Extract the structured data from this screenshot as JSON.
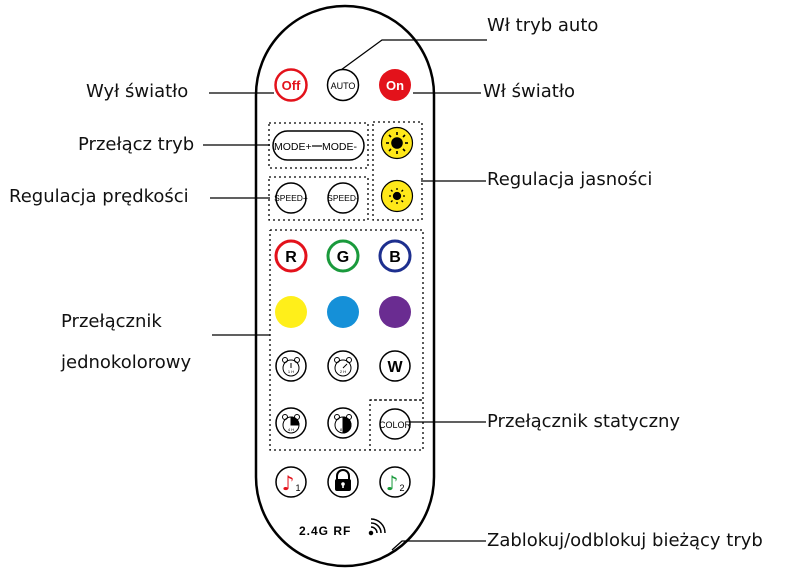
{
  "labels": {
    "wyl_swiatlo": "Wył światło",
    "wl_tryb_auto": "Wł tryb auto",
    "wl_swiatlo": "Wł światło",
    "przelacz_tryb": "Przełącz tryb",
    "regulacja_predkosci": "Regulacja prędkości",
    "regulacja_jasnosci": "Regulacja jasności",
    "przelacznik_jednokolorowy_1": "Przełącznik",
    "przelacznik_jednokolorowy_2": "jednokolorowy",
    "przelacznik_statyczny": "Przełącznik statyczny",
    "zablokuj": "Zablokuj/odblokuj bieżący tryb"
  },
  "buttons": {
    "off": "Off",
    "auto": "AUTO",
    "on": "On",
    "mode_plus": "MODE+",
    "mode_minus": "MODE-",
    "speed_plus": "SPEED+",
    "speed_minus": "SPEED-",
    "r": "R",
    "g": "G",
    "b": "B",
    "w": "W",
    "color": "COLOR",
    "timer_1h": "1 H",
    "timer_2h": "2 H",
    "timer_4h": "4 H",
    "timer_8h": "8 H",
    "music1_sub": "1",
    "music2_sub": "2"
  },
  "footer": {
    "rf": "2.4G RF"
  },
  "colors": {
    "red": "#e3121b",
    "green": "#1a9a3c",
    "blue": "#1d2f8f",
    "yellow": "#ffef1a",
    "cyan": "#1590d8",
    "purple": "#6a2c91"
  }
}
